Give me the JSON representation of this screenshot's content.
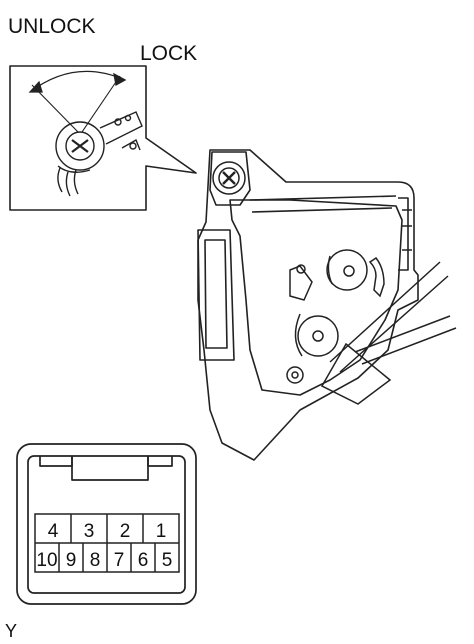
{
  "labels": {
    "unlock": "UNLOCK",
    "lock": "LOCK",
    "figure_code": "Y"
  },
  "connector": {
    "top_row": [
      "4",
      "3",
      "2",
      "1"
    ],
    "bottom_row": [
      "10",
      "9",
      "8",
      "7",
      "6",
      "5"
    ]
  },
  "colors": {
    "line": "#222222",
    "background": "#ffffff"
  }
}
